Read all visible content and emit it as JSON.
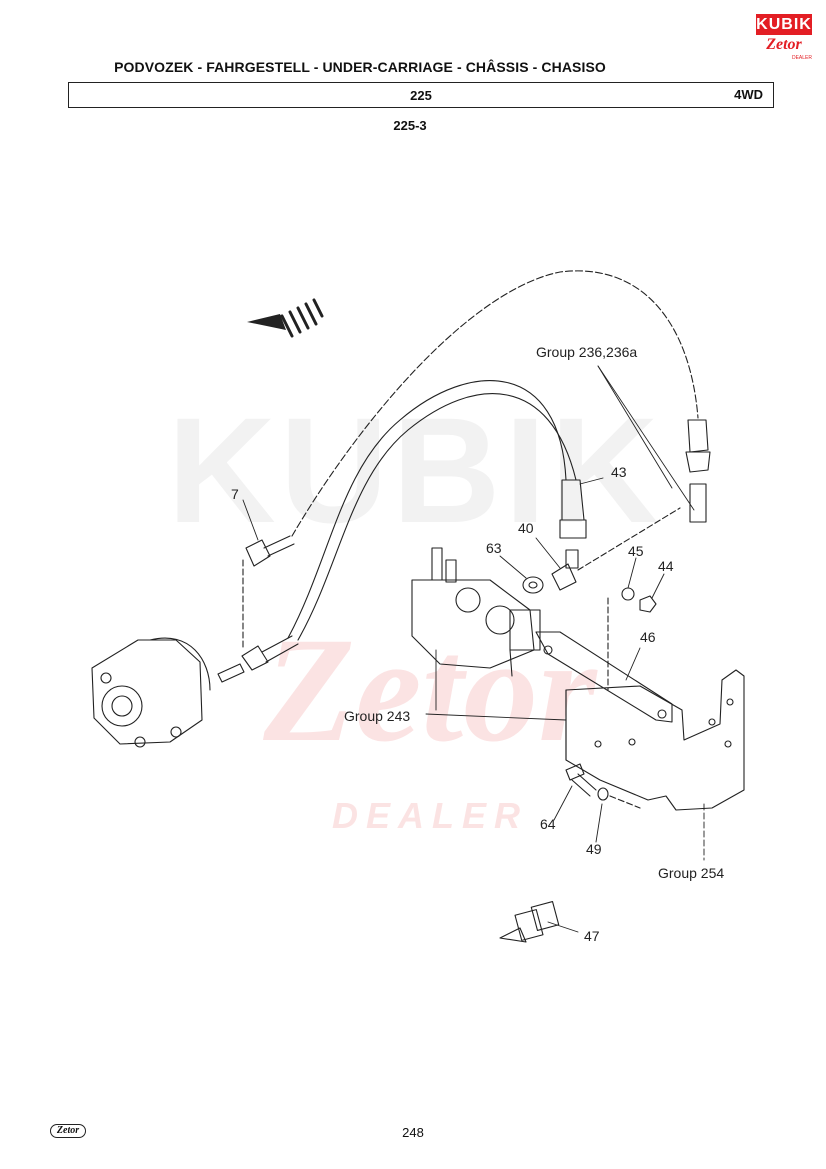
{
  "header": {
    "title": "PODVOZEK - FAHRGESTELL - UNDER-CARRIAGE - CHÂSSIS - CHASISO",
    "model": "225",
    "variant": "4WD",
    "subcode": "225-3"
  },
  "logo": {
    "brand": "KUBIK",
    "sub": "Zetor",
    "tag": "DEALER"
  },
  "watermark": {
    "brand": "KUBIK",
    "sub": "Zetor",
    "dealer": "DEALER"
  },
  "callouts": {
    "c7": "7",
    "c40": "40",
    "c43": "43",
    "c44": "44",
    "c45": "45",
    "c46": "46",
    "c47": "47",
    "c49": "49",
    "c63": "63",
    "c64": "64",
    "group236": "Group 236,236a",
    "group243": "Group 243",
    "group254": "Group 254"
  },
  "footer": {
    "logo": "Zetor",
    "page": "248"
  },
  "colors": {
    "brand_red": "#e31e24",
    "ink": "#222222"
  }
}
